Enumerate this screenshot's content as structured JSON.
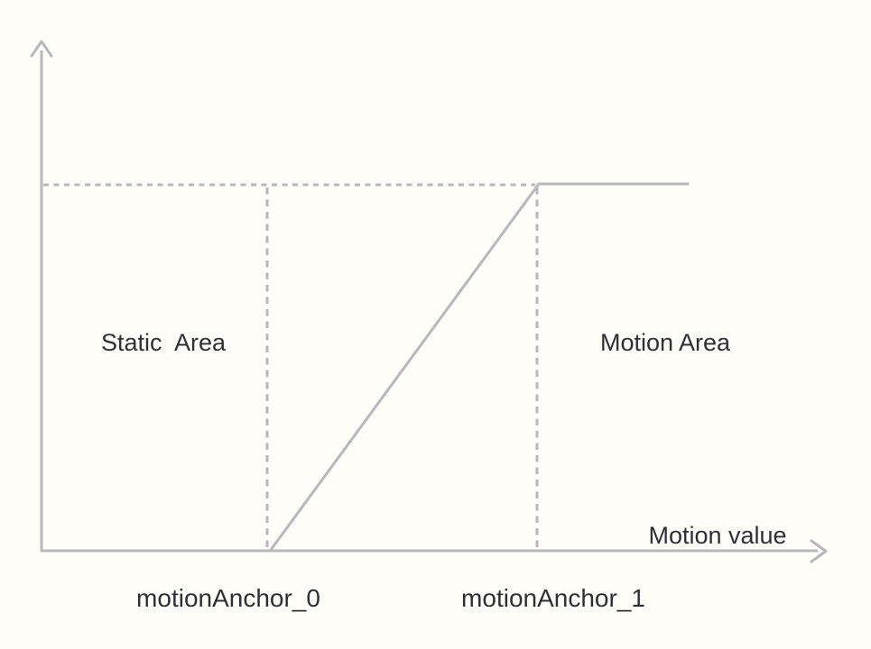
{
  "diagram": {
    "labels": {
      "static_area": "Static  Area",
      "motion_area": "Motion Area",
      "x_axis": "Motion value",
      "anchor_0": "motionAnchor_0",
      "anchor_1": "motionAnchor_1"
    },
    "colors": {
      "line": "#b5b8bd",
      "text": "#2c3138",
      "background": "#fffdf8"
    }
  }
}
